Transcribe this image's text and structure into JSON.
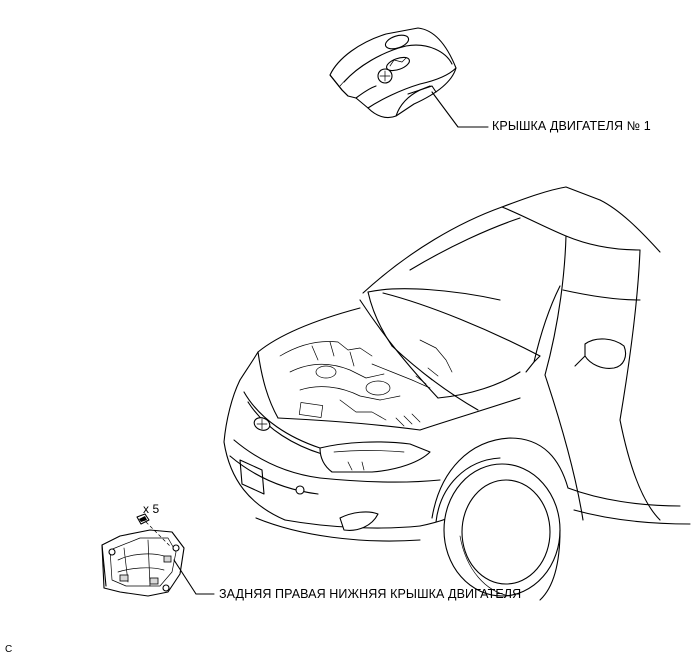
{
  "labels": {
    "engine_cover": "КРЫШКА ДВИГАТЕЛЯ № 1",
    "under_cover": "ЗАДНЯЯ ПРАВАЯ НИЖНЯЯ КРЫШКА ДВИГАТЕЛЯ",
    "fastener_qty": "x 5",
    "corner_code": "C"
  }
}
